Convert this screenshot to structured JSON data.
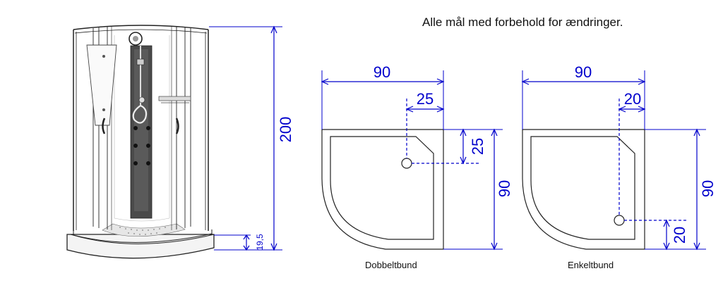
{
  "note": "Alle mål med forbehold for ændringer.",
  "cabin": {
    "height": "200",
    "tray_height": "19,5"
  },
  "plans": [
    {
      "caption": "Dobbeltbund",
      "width": "90",
      "depth": "90",
      "drain_x": "25",
      "drain_y": "25"
    },
    {
      "caption": "Enkeltbund",
      "width": "90",
      "depth": "90",
      "drain_x": "20",
      "drain_y": "20"
    }
  ],
  "colors": {
    "dimension": "#0000cc",
    "outline": "#222222"
  }
}
